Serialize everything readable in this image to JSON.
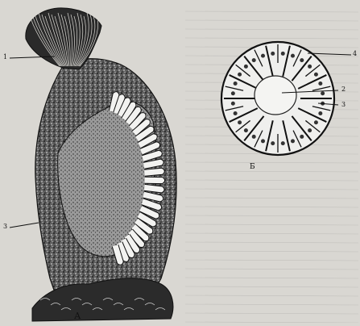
{
  "figure_a": {
    "caption": "А",
    "callouts": [
      {
        "id": "1",
        "text": "1"
      },
      {
        "id": "3",
        "text": "3"
      }
    ]
  },
  "figure_b": {
    "caption": "Б",
    "callouts": [
      {
        "id": "4",
        "text": "4"
      },
      {
        "id": "2",
        "text": "2"
      },
      {
        "id": "3",
        "text": "3"
      }
    ]
  },
  "colors": {
    "paper": "#d9d7d2",
    "ink": "#111111",
    "stipple": "#2a2a2a"
  }
}
